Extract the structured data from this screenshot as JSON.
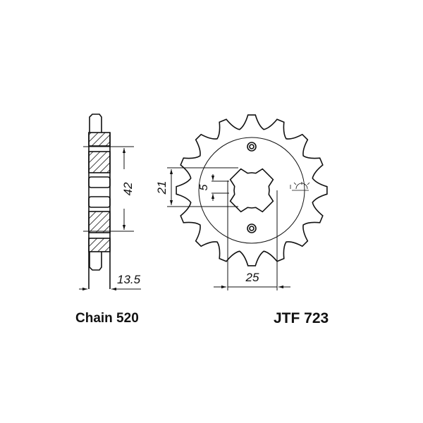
{
  "dimensions": {
    "side_outer_dia": "42",
    "side_thickness": "13.5",
    "bore_dia": "21",
    "spline_width": "5",
    "bore_span": "25"
  },
  "labels": {
    "chain": "Chain 520",
    "part_number": "JTF 723"
  }
}
